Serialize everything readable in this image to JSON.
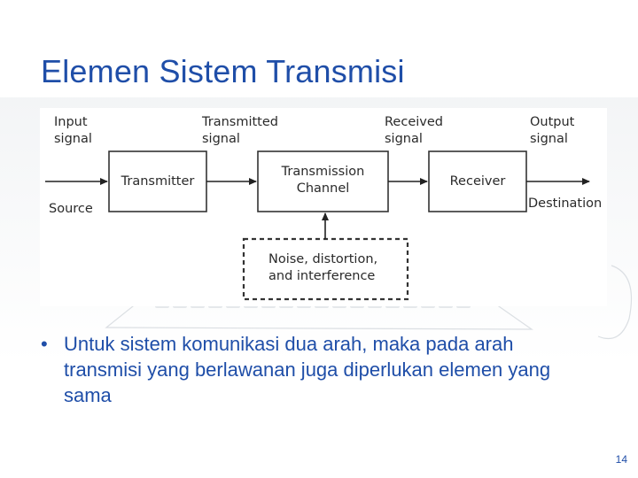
{
  "slide": {
    "title": "Elemen Sistem Transmisi",
    "page_number": "14"
  },
  "diagram": {
    "input_signal": "Input\nsignal",
    "transmitted_signal": "Transmitted\nsignal",
    "received_signal": "Received\nsignal",
    "output_signal": "Output\nsignal",
    "source": "Source",
    "destination": "Destination",
    "transmitter": "Transmitter",
    "channel": "Transmission\nChannel",
    "receiver": "Receiver",
    "noise": "Noise, distortion,\nand interference"
  },
  "bullets": [
    {
      "marker": "•",
      "text": "Untuk sistem komunikasi dua arah, maka pada arah transmisi yang berlawanan juga diperlukan elemen yang sama"
    }
  ]
}
